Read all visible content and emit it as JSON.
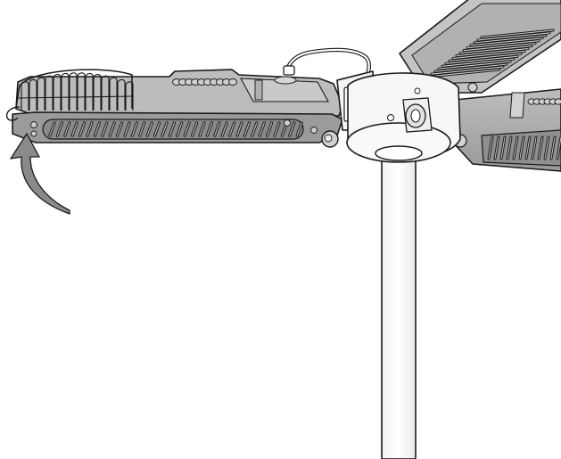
{
  "illustration": {
    "colors": {
      "background": "#ffffff",
      "lamp_body": "#a7a7a7",
      "lamp_body_dark": "#8e8e8e",
      "lamp_top": "#c2c2c2",
      "outline": "#1a1a1a",
      "hub": "#f7f7f7",
      "pole": "#ffffff",
      "arrow": "#888888"
    },
    "parts": [
      "lamp-head-left",
      "lamp-head-right",
      "lamp-head-top",
      "mounting-hub",
      "pole",
      "power-cable",
      "fold-arrow"
    ]
  }
}
